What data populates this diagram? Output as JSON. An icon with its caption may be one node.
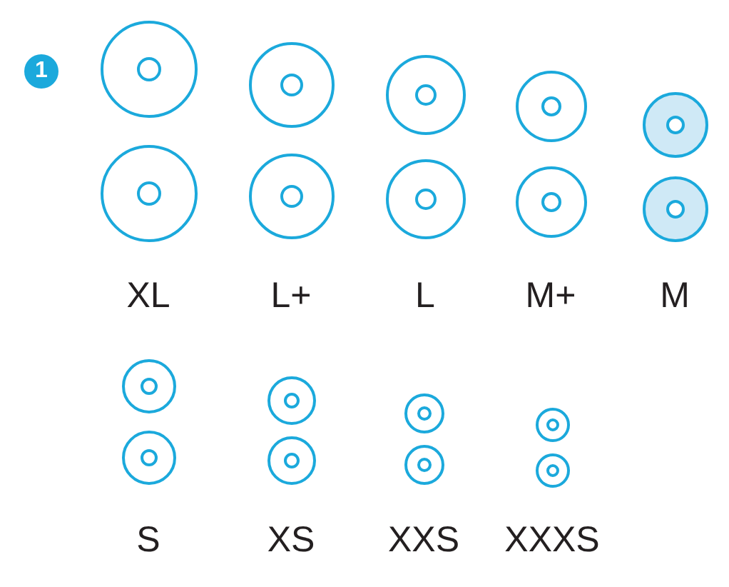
{
  "diagram": {
    "labels": [
      "1",
      "XL",
      "L+",
      "L",
      "M+",
      "M",
      "S",
      "XS",
      "XXS",
      "XXXS"
    ]
  }
}
